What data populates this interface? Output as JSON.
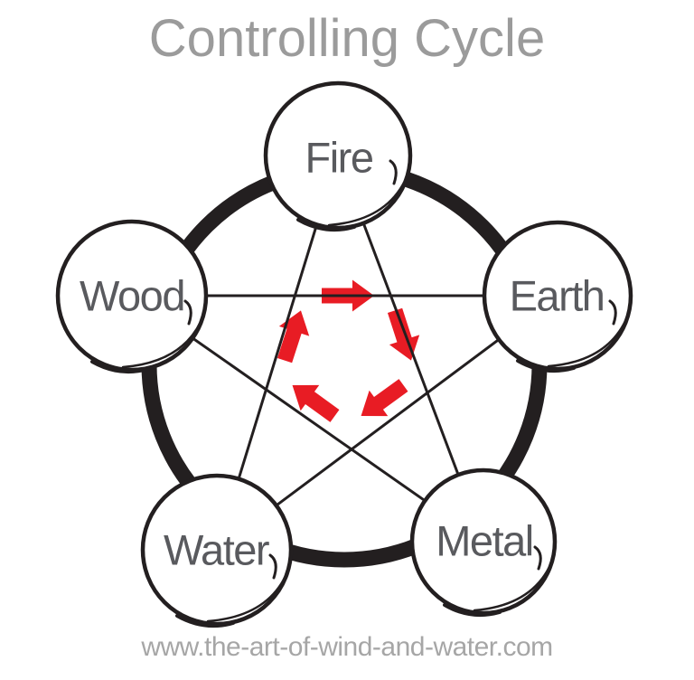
{
  "title": "Controlling Cycle",
  "footer": {
    "url": "www.the-art-of-wind-and-water.com"
  },
  "diagram": {
    "kind": "five-elements-controlling-cycle",
    "cycle_direction": "clockwise",
    "elements": [
      {
        "label": "Fire",
        "position": "top"
      },
      {
        "label": "Earth",
        "position": "right"
      },
      {
        "label": "Metal",
        "position": "bottom-right"
      },
      {
        "label": "Water",
        "position": "bottom-left"
      },
      {
        "label": "Wood",
        "position": "left"
      }
    ],
    "controlling_links": [
      {
        "from": "Wood",
        "to": "Earth"
      },
      {
        "from": "Wood",
        "to": "Metal",
        "note": "Metal controls Wood"
      },
      {
        "from": "Earth",
        "to": "Water"
      },
      {
        "from": "Water",
        "to": "Fire"
      },
      {
        "from": "Fire",
        "to": "Metal"
      }
    ],
    "icons": {
      "center_arrows": "clockwise-cycle-block-arrow-icon"
    },
    "colors": {
      "arrow_red": "#e81c24",
      "ink_black": "#231f20",
      "title_gray": "#9b9b9b",
      "label_gray": "#595a5e",
      "footer_gray": "#a6a6a6",
      "background": "#ffffff"
    }
  }
}
